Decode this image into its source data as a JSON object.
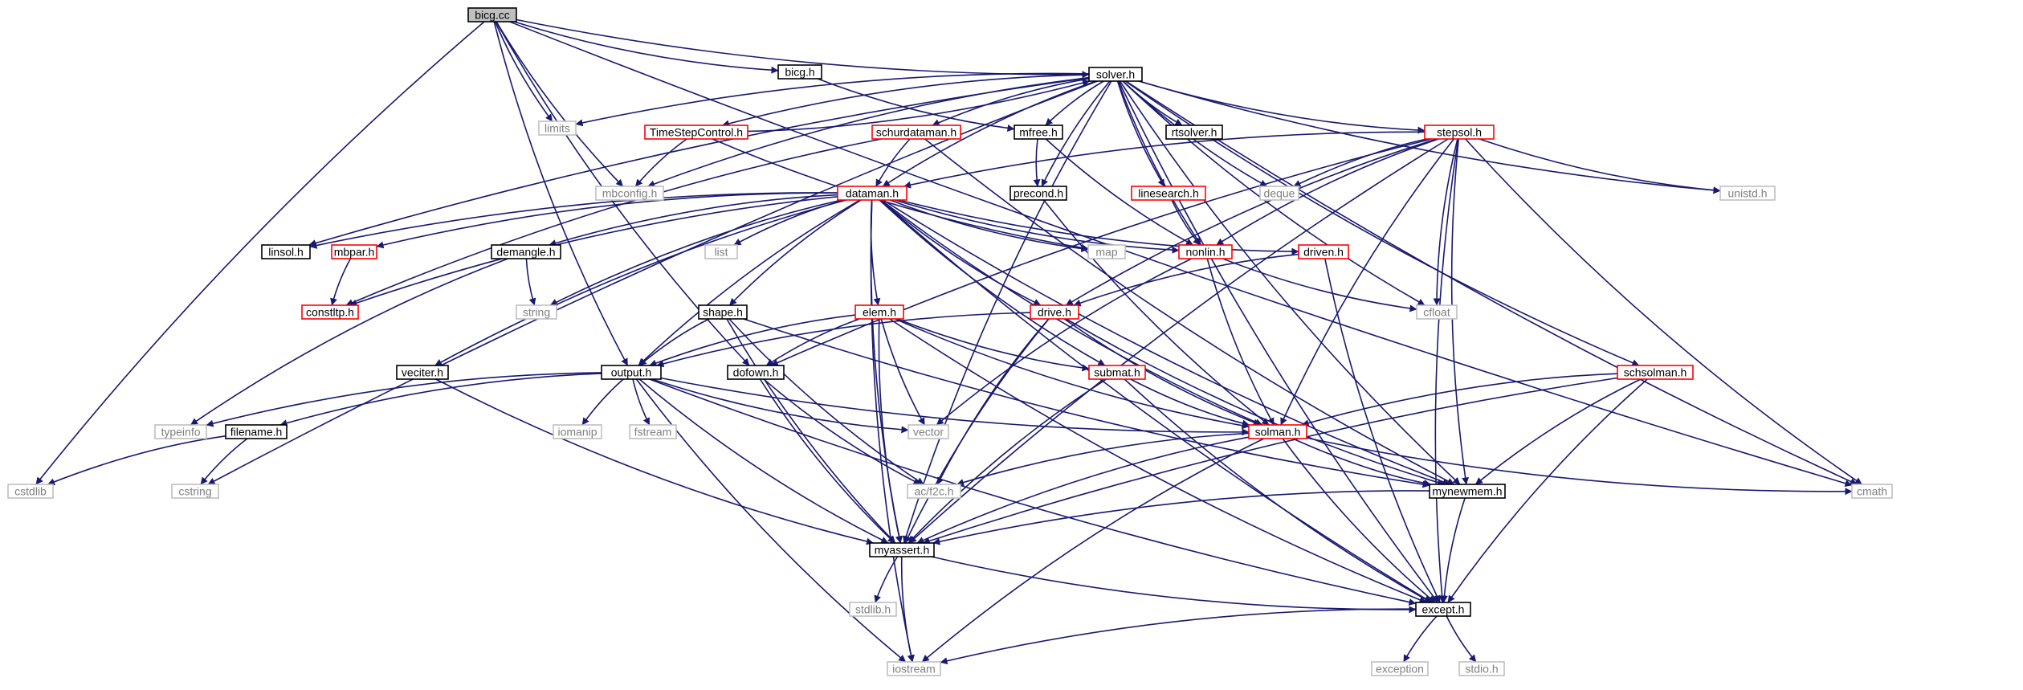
{
  "diagram": {
    "colors": {
      "edge": "#191970",
      "root_fill": "#bfbfbf",
      "root_border": "#000000",
      "documented_border": "#000000",
      "has_children_border": "#ff0000",
      "external_border": "#bfbfbf",
      "external_text": "#808080"
    },
    "nodes": [
      {
        "id": "bicg_cc",
        "label": "bicg.cc",
        "kind": "root"
      },
      {
        "id": "solver_h",
        "label": "solver.h",
        "kind": "doc"
      },
      {
        "id": "bicg_h",
        "label": "bicg.h",
        "kind": "doc"
      },
      {
        "id": "limits",
        "label": "limits",
        "kind": "ext"
      },
      {
        "id": "timestep_h",
        "label": "TimeStepControl.h",
        "kind": "red"
      },
      {
        "id": "schurdataman_h",
        "label": "schurdataman.h",
        "kind": "red"
      },
      {
        "id": "mfree_h",
        "label": "mfree.h",
        "kind": "doc"
      },
      {
        "id": "rtsolver_h",
        "label": "rtsolver.h",
        "kind": "doc"
      },
      {
        "id": "stepsol_h",
        "label": "stepsol.h",
        "kind": "red"
      },
      {
        "id": "mbconfig_h",
        "label": "mbconfig.h",
        "kind": "ext"
      },
      {
        "id": "dataman_h",
        "label": "dataman.h",
        "kind": "red"
      },
      {
        "id": "precond_h",
        "label": "precond.h",
        "kind": "doc"
      },
      {
        "id": "linesearch_h",
        "label": "linesearch.h",
        "kind": "red"
      },
      {
        "id": "deque",
        "label": "deque",
        "kind": "ext"
      },
      {
        "id": "unistd_h",
        "label": "unistd.h",
        "kind": "ext"
      },
      {
        "id": "linsol_h",
        "label": "linsol.h",
        "kind": "doc"
      },
      {
        "id": "mbpar_h",
        "label": "mbpar.h",
        "kind": "red"
      },
      {
        "id": "demangle_h",
        "label": "demangle.h",
        "kind": "doc"
      },
      {
        "id": "list",
        "label": "list",
        "kind": "ext"
      },
      {
        "id": "map",
        "label": "map",
        "kind": "ext"
      },
      {
        "id": "nonlin_h",
        "label": "nonlin.h",
        "kind": "red"
      },
      {
        "id": "driven_h",
        "label": "driven.h",
        "kind": "red"
      },
      {
        "id": "constltp_h",
        "label": "constltp.h",
        "kind": "red"
      },
      {
        "id": "string",
        "label": "string",
        "kind": "ext"
      },
      {
        "id": "cfloat",
        "label": "cfloat",
        "kind": "ext"
      },
      {
        "id": "shape_h",
        "label": "shape.h",
        "kind": "doc"
      },
      {
        "id": "elem_h",
        "label": "elem.h",
        "kind": "red"
      },
      {
        "id": "drive_h",
        "label": "drive.h",
        "kind": "red"
      },
      {
        "id": "veciter_h",
        "label": "veciter.h",
        "kind": "doc"
      },
      {
        "id": "output_h",
        "label": "output.h",
        "kind": "doc"
      },
      {
        "id": "dofown_h",
        "label": "dofown.h",
        "kind": "doc"
      },
      {
        "id": "submat_h",
        "label": "submat.h",
        "kind": "red"
      },
      {
        "id": "schsolman_h",
        "label": "schsolman.h",
        "kind": "red"
      },
      {
        "id": "typeinfo",
        "label": "typeinfo",
        "kind": "ext"
      },
      {
        "id": "filename_h",
        "label": "filename.h",
        "kind": "doc"
      },
      {
        "id": "iomanip",
        "label": "iomanip",
        "kind": "ext"
      },
      {
        "id": "fstream",
        "label": "fstream",
        "kind": "ext"
      },
      {
        "id": "vector",
        "label": "vector",
        "kind": "ext"
      },
      {
        "id": "solman_h",
        "label": "solman.h",
        "kind": "red"
      },
      {
        "id": "cstdlib",
        "label": "cstdlib",
        "kind": "ext"
      },
      {
        "id": "cstring",
        "label": "cstring",
        "kind": "ext"
      },
      {
        "id": "acf2c_h",
        "label": "ac/f2c.h",
        "kind": "ext"
      },
      {
        "id": "mynewmem_h",
        "label": "mynewmem.h",
        "kind": "doc"
      },
      {
        "id": "cmath",
        "label": "cmath",
        "kind": "ext"
      },
      {
        "id": "myassert_h",
        "label": "myassert.h",
        "kind": "doc"
      },
      {
        "id": "stdlib_h",
        "label": "stdlib.h",
        "kind": "ext"
      },
      {
        "id": "except_h",
        "label": "except.h",
        "kind": "doc"
      },
      {
        "id": "iostream",
        "label": "iostream",
        "kind": "ext"
      },
      {
        "id": "exception",
        "label": "exception",
        "kind": "ext"
      },
      {
        "id": "stdio_h",
        "label": "stdio.h",
        "kind": "ext"
      }
    ],
    "edges": [
      [
        "bicg_cc",
        "solver_h"
      ],
      [
        "bicg_cc",
        "bicg_h"
      ],
      [
        "bicg_cc",
        "limits"
      ],
      [
        "bicg_cc",
        "cstdlib"
      ],
      [
        "bicg_cc",
        "mbconfig_h"
      ],
      [
        "bicg_cc",
        "output_h"
      ],
      [
        "bicg_cc",
        "dofown_h"
      ],
      [
        "bicg_cc",
        "cmath"
      ],
      [
        "bicg_h",
        "mfree_h"
      ],
      [
        "solver_h",
        "limits"
      ],
      [
        "solver_h",
        "timestep_h"
      ],
      [
        "solver_h",
        "schurdataman_h"
      ],
      [
        "solver_h",
        "mfree_h"
      ],
      [
        "solver_h",
        "rtsolver_h"
      ],
      [
        "solver_h",
        "stepsol_h"
      ],
      [
        "solver_h",
        "dataman_h"
      ],
      [
        "solver_h",
        "precond_h"
      ],
      [
        "solver_h",
        "linesearch_h"
      ],
      [
        "solver_h",
        "deque"
      ],
      [
        "solver_h",
        "unistd_h"
      ],
      [
        "solver_h",
        "nonlin_h"
      ],
      [
        "solver_h",
        "cfloat"
      ],
      [
        "solver_h",
        "schsolman_h"
      ],
      [
        "solver_h",
        "mynewmem_h"
      ],
      [
        "solver_h",
        "cmath"
      ],
      [
        "solver_h",
        "except_h"
      ],
      [
        "solver_h",
        "linsol_h"
      ],
      [
        "solver_h",
        "mbconfig_h"
      ],
      [
        "solver_h",
        "cstring"
      ],
      [
        "solver_h",
        "myassert_h"
      ],
      [
        "timestep_h",
        "solver_h"
      ],
      [
        "timestep_h",
        "mbconfig_h"
      ],
      [
        "timestep_h",
        "map"
      ],
      [
        "schurdataman_h",
        "dataman_h"
      ],
      [
        "schurdataman_h",
        "mynewmem_h"
      ],
      [
        "schurdataman_h",
        "constltp_h"
      ],
      [
        "mfree_h",
        "precond_h"
      ],
      [
        "mfree_h",
        "nonlin_h"
      ],
      [
        "precond_h",
        "solman_h"
      ],
      [
        "linesearch_h",
        "nonlin_h"
      ],
      [
        "stepsol_h",
        "dataman_h"
      ],
      [
        "stepsol_h",
        "deque"
      ],
      [
        "stepsol_h",
        "unistd_h"
      ],
      [
        "stepsol_h",
        "cfloat"
      ],
      [
        "stepsol_h",
        "nonlin_h"
      ],
      [
        "stepsol_h",
        "solman_h"
      ],
      [
        "stepsol_h",
        "mynewmem_h"
      ],
      [
        "stepsol_h",
        "cmath"
      ],
      [
        "stepsol_h",
        "except_h"
      ],
      [
        "stepsol_h",
        "myassert_h"
      ],
      [
        "stepsol_h",
        "drive_h"
      ],
      [
        "stepsol_h",
        "dofown_h"
      ],
      [
        "dataman_h",
        "linsol_h"
      ],
      [
        "dataman_h",
        "mbpar_h"
      ],
      [
        "dataman_h",
        "demangle_h"
      ],
      [
        "dataman_h",
        "list"
      ],
      [
        "dataman_h",
        "map"
      ],
      [
        "dataman_h",
        "nonlin_h"
      ],
      [
        "dataman_h",
        "driven_h"
      ],
      [
        "dataman_h",
        "string"
      ],
      [
        "dataman_h",
        "shape_h"
      ],
      [
        "dataman_h",
        "elem_h"
      ],
      [
        "dataman_h",
        "drive_h"
      ],
      [
        "dataman_h",
        "veciter_h"
      ],
      [
        "dataman_h",
        "output_h"
      ],
      [
        "dataman_h",
        "submat_h"
      ],
      [
        "dataman_h",
        "solman_h"
      ],
      [
        "dataman_h",
        "mynewmem_h"
      ],
      [
        "dataman_h",
        "except_h"
      ],
      [
        "dataman_h",
        "myassert_h"
      ],
      [
        "dataman_h",
        "iostream"
      ],
      [
        "dataman_h",
        "constltp_h"
      ],
      [
        "mbpar_h",
        "constltp_h"
      ],
      [
        "demangle_h",
        "string"
      ],
      [
        "demangle_h",
        "typeinfo"
      ],
      [
        "nonlin_h",
        "solman_h"
      ],
      [
        "nonlin_h",
        "cfloat"
      ],
      [
        "nonlin_h",
        "vector"
      ],
      [
        "driven_h",
        "drive_h"
      ],
      [
        "driven_h",
        "except_h"
      ],
      [
        "shape_h",
        "output_h"
      ],
      [
        "shape_h",
        "myassert_h"
      ],
      [
        "shape_h",
        "mynewmem_h"
      ],
      [
        "shape_h",
        "acf2c_h"
      ],
      [
        "elem_h",
        "output_h"
      ],
      [
        "elem_h",
        "dofown_h"
      ],
      [
        "elem_h",
        "submat_h"
      ],
      [
        "elem_h",
        "vector"
      ],
      [
        "elem_h",
        "myassert_h"
      ],
      [
        "elem_h",
        "except_h"
      ],
      [
        "elem_h",
        "solman_h"
      ],
      [
        "drive_h",
        "output_h"
      ],
      [
        "drive_h",
        "solman_h"
      ],
      [
        "drive_h",
        "mynewmem_h"
      ],
      [
        "drive_h",
        "myassert_h"
      ],
      [
        "drive_h",
        "acf2c_h"
      ],
      [
        "veciter_h",
        "myassert_h"
      ],
      [
        "output_h",
        "typeinfo"
      ],
      [
        "output_h",
        "filename_h"
      ],
      [
        "output_h",
        "iomanip"
      ],
      [
        "output_h",
        "fstream"
      ],
      [
        "output_h",
        "vector"
      ],
      [
        "output_h",
        "myassert_h"
      ],
      [
        "output_h",
        "except_h"
      ],
      [
        "output_h",
        "iostream"
      ],
      [
        "output_h",
        "solman_h"
      ],
      [
        "dofown_h",
        "myassert_h"
      ],
      [
        "dofown_h",
        "acf2c_h"
      ],
      [
        "submat_h",
        "solman_h"
      ],
      [
        "submat_h",
        "myassert_h"
      ],
      [
        "submat_h",
        "except_h"
      ],
      [
        "schsolman_h",
        "solman_h"
      ],
      [
        "schsolman_h",
        "mynewmem_h"
      ],
      [
        "schsolman_h",
        "except_h"
      ],
      [
        "schsolman_h",
        "myassert_h"
      ],
      [
        "filename_h",
        "cstdlib"
      ],
      [
        "filename_h",
        "cstring"
      ],
      [
        "solman_h",
        "acf2c_h"
      ],
      [
        "solman_h",
        "mynewmem_h"
      ],
      [
        "solman_h",
        "myassert_h"
      ],
      [
        "solman_h",
        "except_h"
      ],
      [
        "solman_h",
        "cmath"
      ],
      [
        "solman_h",
        "iostream"
      ],
      [
        "mynewmem_h",
        "myassert_h"
      ],
      [
        "mynewmem_h",
        "except_h"
      ],
      [
        "myassert_h",
        "stdlib_h"
      ],
      [
        "myassert_h",
        "iostream"
      ],
      [
        "myassert_h",
        "except_h"
      ],
      [
        "except_h",
        "exception"
      ],
      [
        "except_h",
        "stdio_h"
      ],
      [
        "except_h",
        "iostream"
      ]
    ]
  }
}
